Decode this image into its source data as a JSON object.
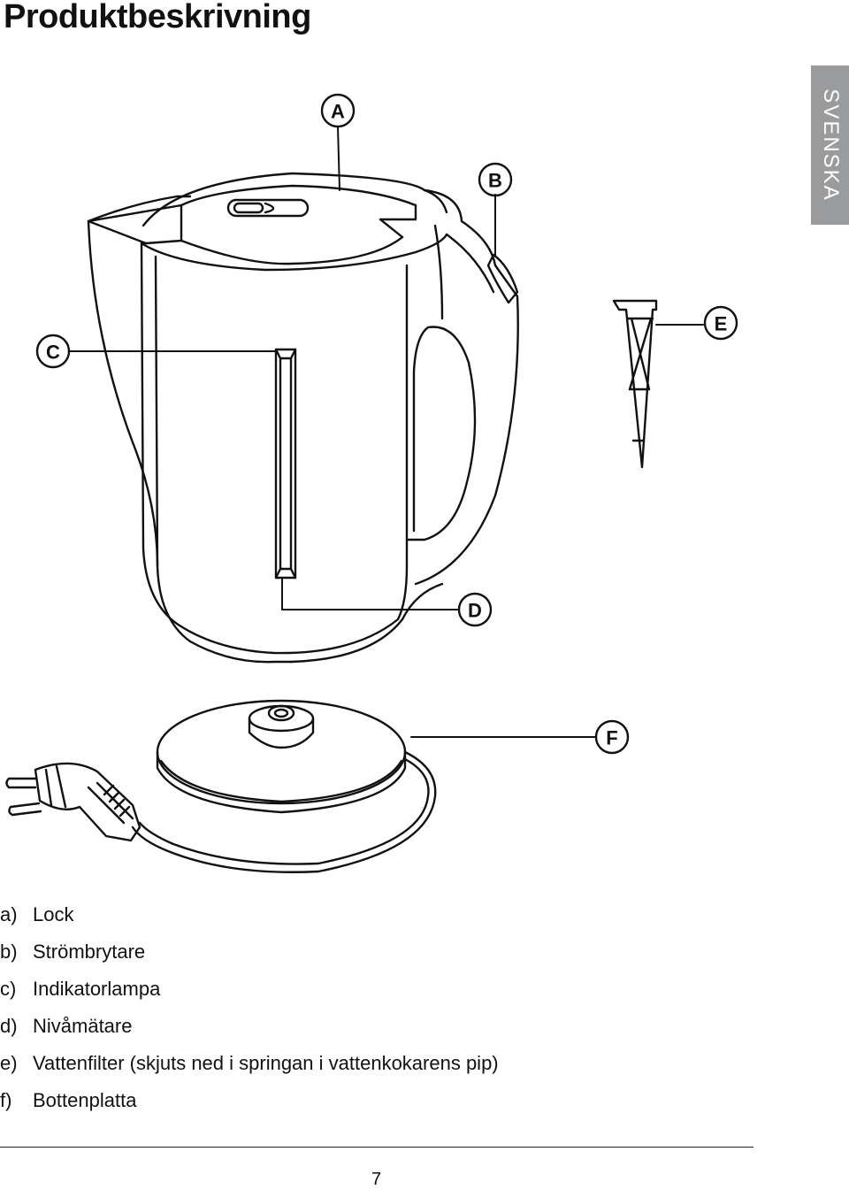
{
  "title": "Produktbeskrivning",
  "language_tab": "SVENSKA",
  "callouts": {
    "a": "A",
    "b": "B",
    "c": "C",
    "d": "D",
    "e": "E",
    "f": "F"
  },
  "parts": [
    {
      "letter": "a)",
      "name": "Lock"
    },
    {
      "letter": "b)",
      "name": "Strömbrytare"
    },
    {
      "letter": "c)",
      "name": "Indikatorlampa"
    },
    {
      "letter": "d)",
      "name": "Nivåmätare"
    },
    {
      "letter": "e)",
      "name": "Vattenfilter (skjuts ned i springan i vattenkokarens pip)"
    },
    {
      "letter": "f)",
      "name": "Bottenplatta"
    }
  ],
  "page_number": "7"
}
